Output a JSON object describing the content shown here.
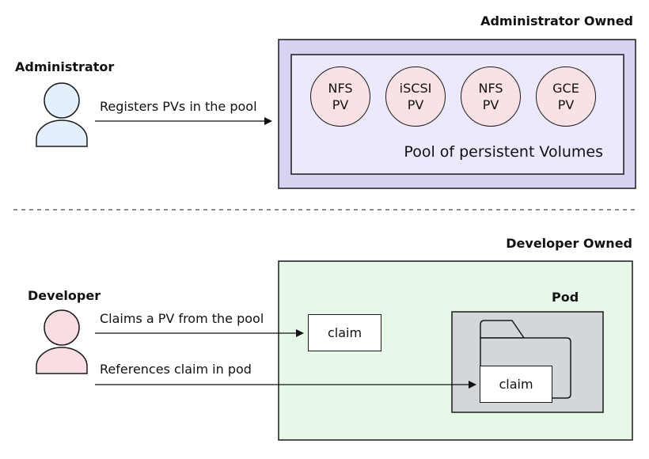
{
  "admin_section": {
    "title": "Administrator Owned",
    "actor_label": "Administrator",
    "arrow_label": "Registers PVs in the pool",
    "pool_caption": "Pool of persistent Volumes",
    "volumes": [
      {
        "line1": "NFS",
        "line2": "PV"
      },
      {
        "line1": "iSCSI",
        "line2": "PV"
      },
      {
        "line1": "NFS",
        "line2": "PV"
      },
      {
        "line1": "GCE",
        "line2": "PV"
      }
    ]
  },
  "dev_section": {
    "title": "Developer Owned",
    "actor_label": "Developer",
    "arrow1_label": "Claims a PV from the pool",
    "arrow2_label": "References claim in pod",
    "claim_label": "claim",
    "pod_title": "Pod",
    "pod_claim_label": "claim"
  },
  "colors": {
    "admin_outer": "#d7d4f1",
    "admin_inner": "#ebe9fb",
    "admin_person": "#e3f0fb",
    "dev_area": "#e8f8e8",
    "dev_person": "#f8dde2",
    "pod_bg": "#d4d7d9",
    "volume_fill": "#f9e2e6"
  }
}
